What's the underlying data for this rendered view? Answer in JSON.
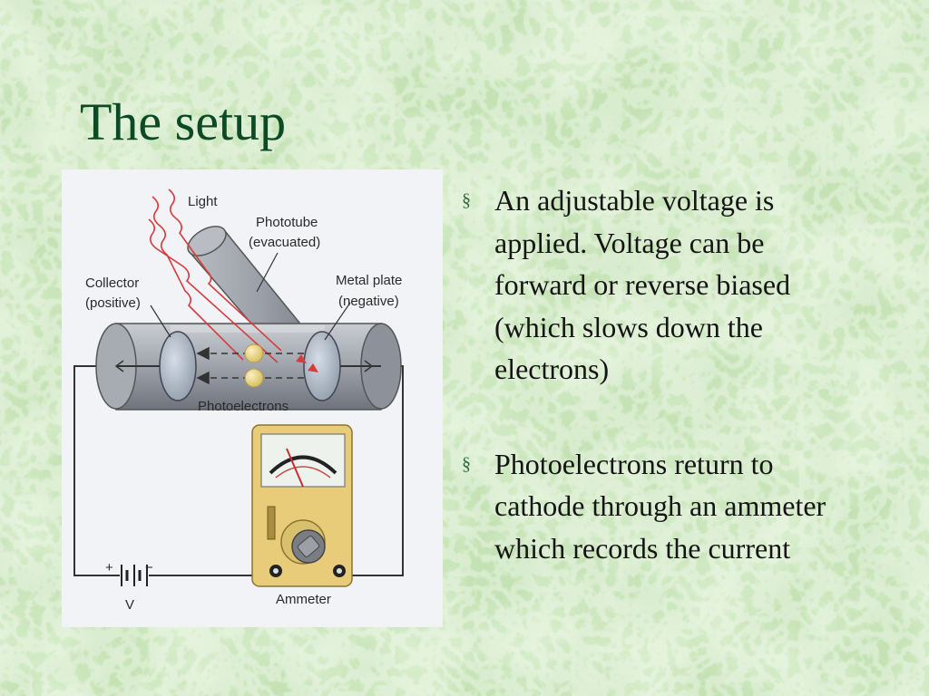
{
  "slide": {
    "title": "The setup"
  },
  "bullets": [
    {
      "marker": "§",
      "text": "An adjustable voltage is applied.  Voltage can be forward or reverse biased (which slows down the electrons)"
    },
    {
      "marker": "§",
      "text": "Photoelectrons return to cathode through an ammeter which records the current"
    }
  ],
  "diagram": {
    "labels": {
      "light": "Light",
      "phototube_line1": "Phototube",
      "phototube_line2": "(evacuated)",
      "collector_line1": "Collector",
      "collector_line2": "(positive)",
      "metal_plate_line1": "Metal plate",
      "metal_plate_line2": "(negative)",
      "photoelectrons": "Photoelectrons",
      "ammeter": "Ammeter",
      "battery": "V",
      "battery_plus": "+",
      "battery_minus": "−"
    },
    "colors": {
      "tube": "#9ea3ab",
      "ammeter_body": "#e8cc7a",
      "electron": "#eed98a",
      "light_ray": "#d63c3c",
      "wire": "#333333"
    }
  }
}
